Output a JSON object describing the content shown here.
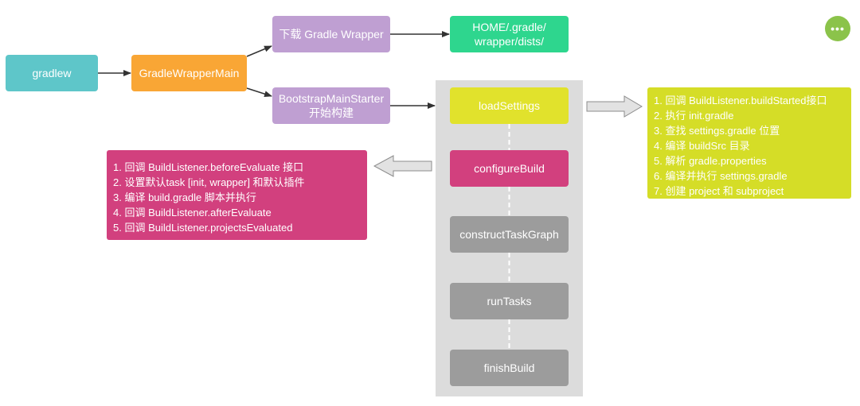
{
  "nodes": {
    "gradlew": "gradlew",
    "wrapper_main": "GradleWrapperMain",
    "download": "下载 Gradle Wrapper",
    "home": "HOME/.gradle/\nwrapper/dists/",
    "bootstrap": "BootstrapMainStarter\n开始构建"
  },
  "phases": [
    "loadSettings",
    "configureBuild",
    "constructTaskGraph",
    "runTasks",
    "finishBuild"
  ],
  "notes": {
    "load_settings": [
      "1. 回调 BuildListener.buildStarted接口",
      "2. 执行 init.gradle",
      "3. 查找 settings.gradle 位置",
      "4. 编译 buildSrc 目录",
      "5. 解析 gradle.properties",
      "6. 编译并执行 settings.gradle",
      "7. 创建 project 和 subproject"
    ],
    "configure_build": [
      "1. 回调 BuildListener.beforeEvaluate 接口",
      "2. 设置默认task [init, wrapper] 和默认插件",
      "3. 编译 build.gradle 脚本并执行",
      "4. 回调 BuildListener.afterEvaluate",
      "5. 回调 BuildListener.projectsEvaluated"
    ]
  },
  "more_button": "•••",
  "colors": {
    "gradlew": "#5ec6c9",
    "wrapper_main": "#f9a635",
    "bootstrap": "#bf9fd2",
    "home": "#2ed68e",
    "active_phase_load": "#e1e22c",
    "active_phase_configure": "#d2407e",
    "inactive_phase": "#9c9c9c",
    "lifecycle_panel": "#dcdcdc"
  }
}
